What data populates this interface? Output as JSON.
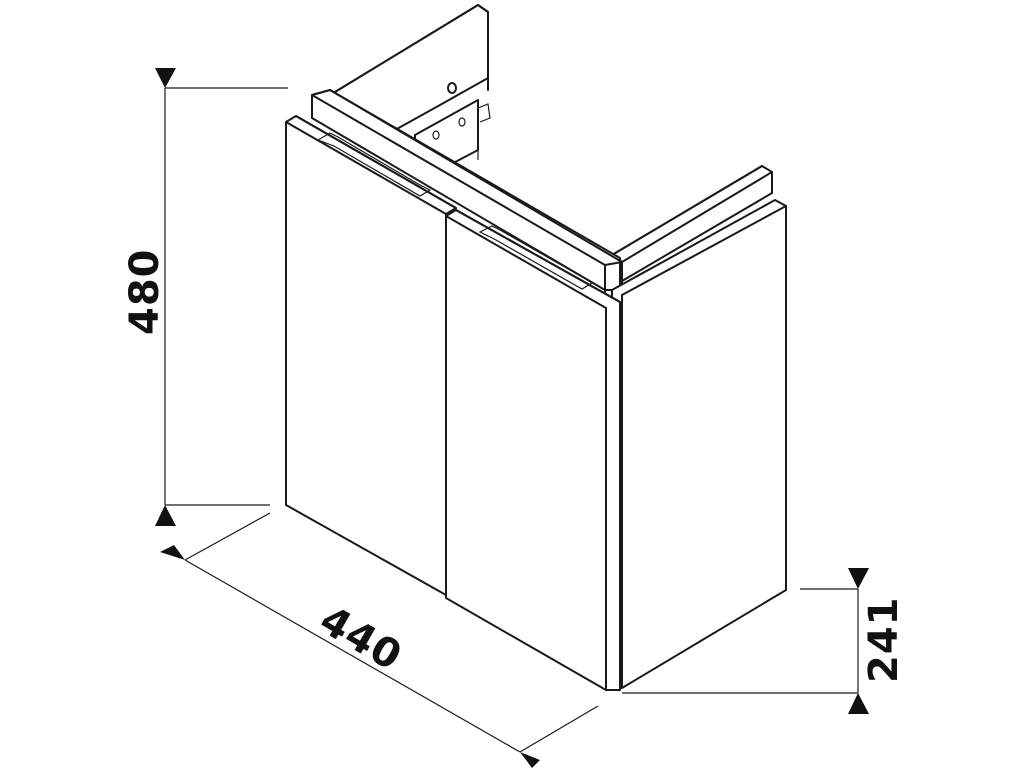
{
  "drawing": {
    "subject": "Bathroom vanity cabinet with two doors (isometric technical drawing)",
    "colors": {
      "line": "#1a1a1a",
      "background": "#ffffff"
    },
    "dimensions": {
      "height": {
        "label": "480",
        "orientation": "vertical-left"
      },
      "width": {
        "label": "440",
        "orientation": "diagonal-bottom"
      },
      "depth": {
        "label": "241",
        "orientation": "vertical-right"
      }
    }
  }
}
